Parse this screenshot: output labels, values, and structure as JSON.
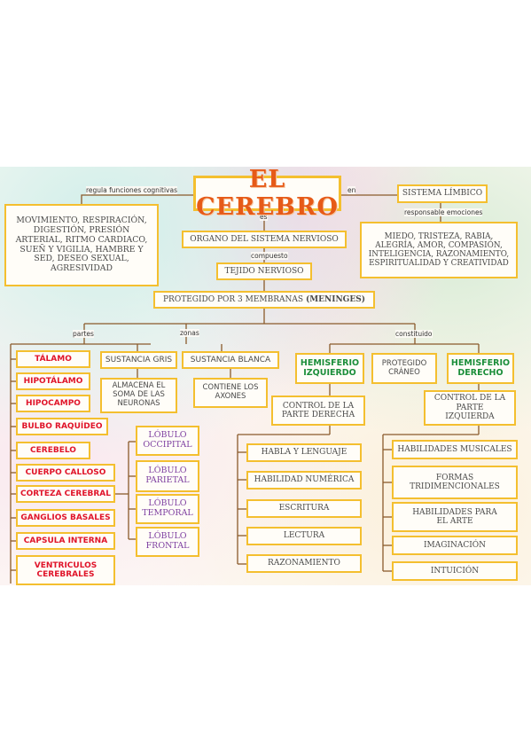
{
  "title": "EL CEREBRO",
  "connectors": {
    "regula": "regula funciones cognitivas",
    "en": "en",
    "es": "es",
    "compuesto": "compuesto",
    "responsable": "responsable emociones",
    "partes": "partes",
    "zonas": "zonas",
    "constituido": "constituido"
  },
  "funciones": "MOVIMIENTO, RESPIRACIÓN, DIGESTIÓN, PRESIÓN ARTERIAL, RITMO CARDIACO, SUEÑ Y VIGILIA, HAMBRE Y SED, DESEO SEXUAL, AGRESIVIDAD",
  "sistema_limbico": "SISTEMA LÍMBICO",
  "emociones": "MIEDO, TRISTEZA, RABIA, ALEGRÍA, AMOR, COMPASIÓN, INTELIGENCIA, RAZONAMIENTO, ESPIRITUALIDAD Y CREATIVIDAD",
  "organo": "ORGANO DEL SISTEMA NERVIOSO",
  "tejido": "TEJIDO NERVIOSO",
  "protegido": {
    "text": "PROTEGIDO POR 3 MEMBRANAS ",
    "bold": "(MENINGES)"
  },
  "partes": [
    "TÁLAMO",
    "HIPOTÁLAMO",
    "HIPOCAMPO",
    "BULBO RAQUÍDEO",
    "CEREBELO",
    "CUERPO CALLOSO",
    "CORTEZA CEREBRAL",
    "GANGLIOS BASALES",
    "CAPSULA INTERNA",
    "VENTRICULOS CEREBRALES"
  ],
  "lobulos": [
    "LÓBULO OCCIPITAL",
    "LÓBULO PARIETAL",
    "LÓBULO TEMPORAL",
    "LÓBULO FRONTAL"
  ],
  "sustancia_gris": "SUSTANCIA GRIS",
  "sustancia_gris_desc": "ALMACENA EL SOMA DE LAS NEURONAS",
  "sustancia_blanca": "SUSTANCIA BLANCA",
  "sustancia_blanca_desc": "CONTIENE LOS AXONES",
  "hemisferio_izq": "HEMISFERIO IZQUIERDO",
  "protegido_craneo": "PROTEGIDO CRÁNEO",
  "hemisferio_der": "HEMISFERIO DERECHO",
  "control_derecha": "CONTROL DE LA PARTE DERECHA",
  "control_izquierda": "CONTROL DE LA PARTE IZQUIERDA",
  "izq_funciones": [
    "HABLA Y LENGUAJE",
    "HABILIDAD NUMÉRICA",
    "ESCRITURA",
    "LECTURA",
    "RAZONAMIENTO"
  ],
  "der_funciones": [
    "HABILIDADES MUSICALES",
    "FORMAS TRIDIMENCIONALES",
    "HABILIDADES PARA EL ARTE",
    "IMAGINACIÓN",
    "INTUICIÓN"
  ],
  "colors": {
    "border": "#f4bf2f",
    "title": "#e65a18",
    "parts": "#e0142a",
    "hemis": "#1b8e3a",
    "lobes": "#7e3fa0",
    "lines": "#8a5a2b"
  }
}
